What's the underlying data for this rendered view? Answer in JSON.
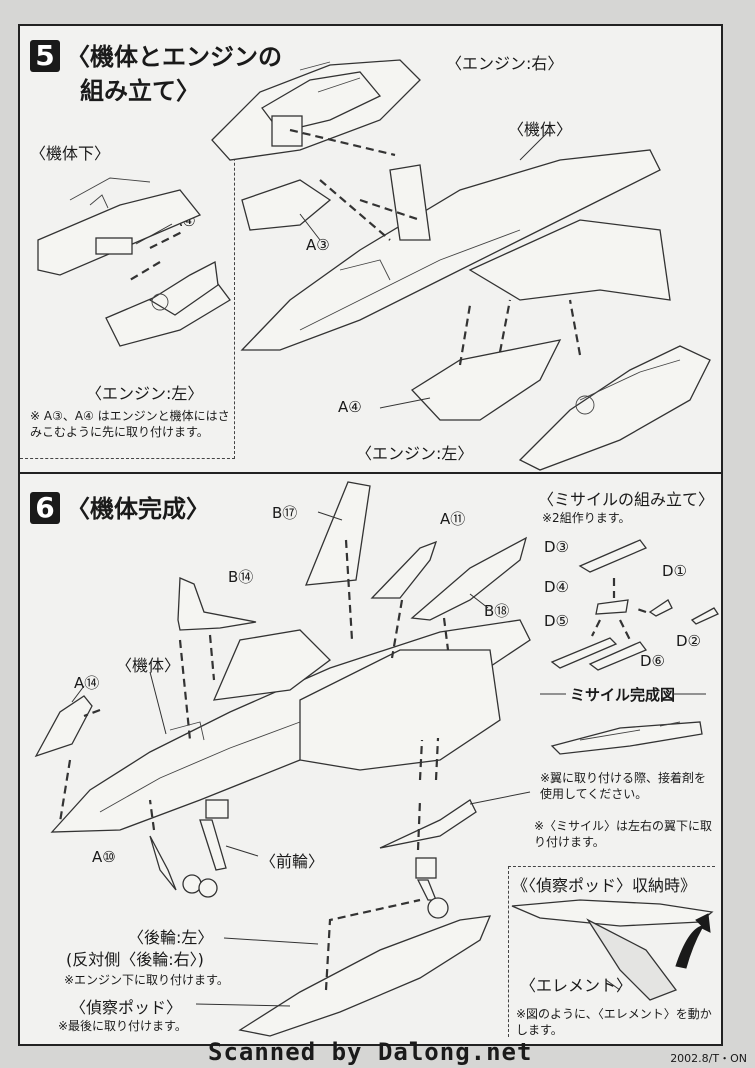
{
  "step5": {
    "number": "5",
    "title_line1": "〈機体とエンジンの",
    "title_line2": "組み立て〉",
    "inset_label": "〈機体下〉",
    "inset_a4": "A④",
    "inset_engine_left": "〈エンジン:左〉",
    "inset_note": "※ A③、A④ はエンジンと機体にはさみこむように先に取り付けます。",
    "engine_right": "〈エンジン:右〉",
    "body_label": "〈機体〉",
    "a3": "A③",
    "a4": "A④",
    "engine_left": "〈エンジン:左〉"
  },
  "step6": {
    "number": "6",
    "title": "〈機体完成〉",
    "b17": "B⑰",
    "a11": "A⑪",
    "b14": "B⑭",
    "b18": "B⑱",
    "body_label": "〈機体〉",
    "a14": "A⑭",
    "a10": "A⑩",
    "front_wheel": "〈前輪〉",
    "rear_wheel_left": "〈後輪:左〉",
    "rear_wheel_right": "(反対側〈後輪:右〉)",
    "rear_wheel_note": "※エンジン下に取り付けます。",
    "recon_pod": "〈偵察ポッド〉",
    "recon_pod_note": "※最後に取り付けます。",
    "missile_title": "〈ミサイルの組み立て〉",
    "missile_subnote": "※2組作ります。",
    "d3": "D③",
    "d4": "D④",
    "d1": "D①",
    "d5": "D⑤",
    "d2": "D②",
    "d6": "D⑥",
    "missile_complete": "ミサイル完成図",
    "glue_note": "※翼に取り付ける際、接着剤を使用してください。",
    "missile_wing_note": "※〈ミサイル〉は左右の翼下に取り付けます。",
    "pod_storage_title": "《〈偵察ポッド〉収納時》",
    "element_label": "〈エレメント〉",
    "element_note": "※図のように、〈エレメント〉を動かします。"
  },
  "footer": {
    "scan_credit": "Scanned by Dalong.net",
    "date_code": "2002.8/T・ON"
  }
}
